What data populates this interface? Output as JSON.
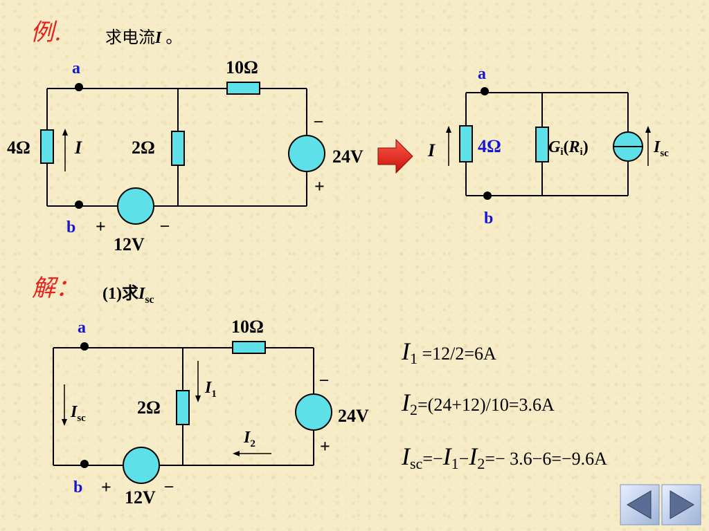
{
  "example": {
    "label": "例.",
    "prompt_text": "求电流",
    "prompt_var": "I",
    "prompt_end": "。"
  },
  "circuit1": {
    "node_a": "a",
    "node_b": "b",
    "r_top": "10Ω",
    "r_left": "4Ω",
    "r_mid": "2Ω",
    "current_I": "I",
    "src_right": "24V",
    "src_right_minus": "–",
    "src_right_plus": "+",
    "src_bottom": "12V",
    "src_bottom_plus": "+",
    "src_bottom_minus": "–"
  },
  "equivalent": {
    "node_a": "a",
    "node_b": "b",
    "current_I": "I",
    "r_left": "4Ω",
    "g_label_G": "G",
    "g_label_sub": "i",
    "g_label_R": "R",
    "g_label_Rsub": "i",
    "isc_I": "I",
    "isc_sub": "sc"
  },
  "solution": {
    "label": "解：",
    "step_text": "(1)求",
    "step_var": "I",
    "step_sub": "sc"
  },
  "circuit2": {
    "node_a": "a",
    "node_b": "b",
    "r_top": "10Ω",
    "r_mid": "2Ω",
    "isc_I": "I",
    "isc_sub": "sc",
    "i1_I": "I",
    "i1_sub": "1",
    "i2_I": "I",
    "i2_sub": "2",
    "src_right": "24V",
    "src_right_minus": "–",
    "src_right_plus": "+",
    "src_bottom": "12V",
    "src_bottom_plus": "+",
    "src_bottom_minus": "–"
  },
  "equations": {
    "eq1_var": "I",
    "eq1_sub": "1",
    "eq1_rest": " =12/2=6A",
    "eq2_var": "I",
    "eq2_sub": "2",
    "eq2_rest": "=(24+12)/10=3.6A",
    "eq3_var": "I",
    "eq3_sub": "sc",
    "eq3_eq": "=−",
    "eq3_v1": "I",
    "eq3_s1": "1",
    "eq3_minus": "−",
    "eq3_v2": "I",
    "eq3_s2": "2",
    "eq3_rest": "=− 3.6−6=−9.6A"
  },
  "nav": {
    "prev_icon": "left-triangle-icon",
    "next_icon": "right-triangle-icon"
  },
  "colors": {
    "component_fill": "#5ee0e8",
    "node_label_blue": "#1616d6",
    "title_red": "#e4231b",
    "arrow_red": "#e4231b"
  }
}
